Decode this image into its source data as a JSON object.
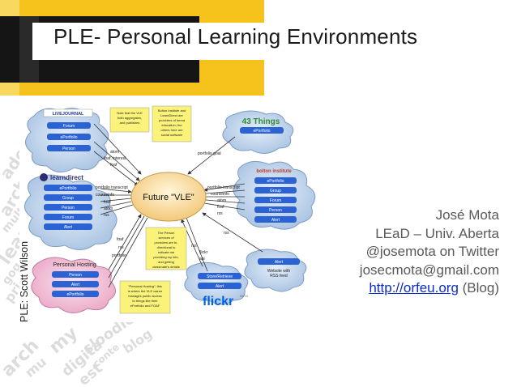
{
  "slide": {
    "title": "PLE- Personal Learning Environments",
    "credit": "PLE: Scott Wilson",
    "author": "José Mota",
    "affiliation": "LEaD – Univ. Aberta",
    "twitter": "@josemota on Twitter",
    "email": "josecmota@gmail.com",
    "blog_link": "http://orfeu.org",
    "blog_suffix": " (Blog)"
  },
  "watermark": [
    "ade",
    "arch",
    "multi",
    "lear",
    "gog",
    "pri",
    "my",
    "sloodle",
    "digita",
    "conte",
    "mu",
    "blog",
    "arch",
    "est"
  ],
  "diagram": {
    "center": "Future \"VLE\"",
    "livejournal": {
      "logo": "LIVEJOURNAL",
      "items": [
        "Forum",
        "ePortfolio",
        "Person"
      ]
    },
    "learndirect": {
      "logo": "learndirect",
      "items": [
        "ePortfolio",
        "Group",
        "Person",
        "Forum",
        "Alert"
      ]
    },
    "personal_hosting": {
      "title": "Personal Hosting",
      "items": [
        "Person",
        "Alert",
        "ePortfolio"
      ]
    },
    "things43": {
      "logo": "43 Things",
      "items": [
        "ePortfolio"
      ]
    },
    "bolton": {
      "logo": "bolton institute",
      "items": [
        "ePortfolio",
        "Group",
        "Forum",
        "Person",
        "Alert"
      ]
    },
    "flickr": {
      "logo": "flickr",
      "beta": "BETA",
      "items": [
        "Store/Retrieve",
        "Alert"
      ]
    },
    "website": {
      "item": "Alert",
      "caption_1": "Website with",
      "caption_2": "RSS feed"
    },
    "notes": {
      "note1": [
        "Note that the VLE",
        "both aggregates,",
        "and publishes"
      ],
      "note2": [
        "Bolton Institute and",
        "LearnDirect are",
        "providers of forma",
        "education; the",
        "others here are",
        "social software"
      ],
      "note3": [
        "The Person",
        "services of",
        "providers are bi-",
        "directional to",
        "indicate me",
        "providing my info,",
        "and getting",
        "classmate's details"
      ],
      "note4": [
        "\"Personal Hosting\": this",
        "is where the VLE owner",
        "manages public access",
        "to things like their",
        "ePortfolio and FOAF"
      ]
    },
    "labels": {
      "lj": [
        "atom",
        "foaf, interest",
        "foaf"
      ],
      "ld": [
        "portfolio transcript",
        "courseinfo",
        "foaf",
        "atom",
        "rss"
      ],
      "ph": [
        "foaf",
        "rss",
        "portfolio"
      ],
      "t43": "portfolio goal",
      "bi": [
        "portfolio transcript",
        "courseinfo",
        "atom",
        "foaf",
        "rss"
      ],
      "fl": [
        "rss",
        "flickr",
        "api"
      ],
      "web": "rss"
    }
  }
}
